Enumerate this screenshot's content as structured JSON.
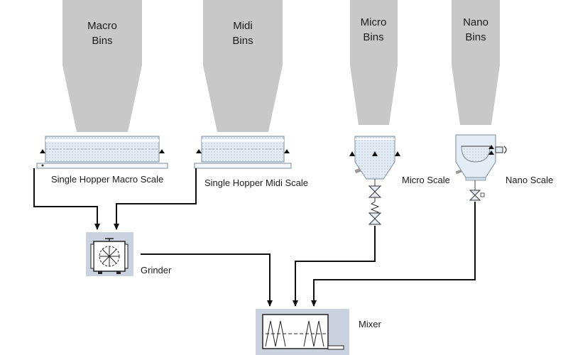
{
  "bins": {
    "macro": [
      "Macro",
      "Bins"
    ],
    "midi": [
      "Midi",
      "Bins"
    ],
    "micro": [
      "Micro",
      "Bins"
    ],
    "nano": [
      "Nano",
      "Bins"
    ]
  },
  "scales": {
    "macro": "Single Hopper Macro Scale",
    "midi": "Single Hopper Midi Scale",
    "micro": "Micro Scale",
    "nano": "Nano Scale"
  },
  "equipment": {
    "grinder": "Grinder",
    "mixer": "Mixer"
  },
  "colors": {
    "bin_fill": "#c8c8c8",
    "equipment_fill": "#c9d2de",
    "scale_fill": "#e4edf5",
    "line": "#111111"
  }
}
